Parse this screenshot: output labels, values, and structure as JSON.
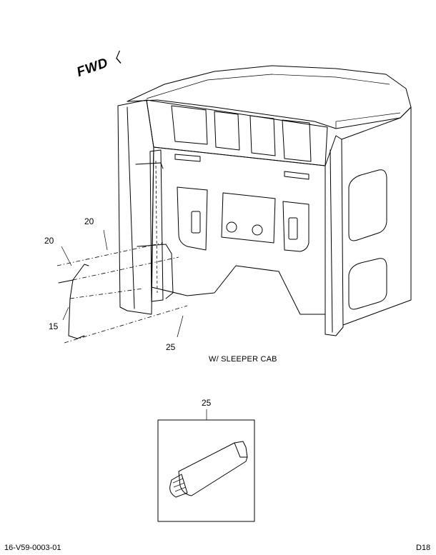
{
  "direction_indicator": {
    "label": "FWD"
  },
  "callouts": {
    "c20_upper": "20",
    "c20_lower": "20",
    "c15": "15",
    "c25_main": "25",
    "c25_detail": "25"
  },
  "view_caption": "W/ SLEEPER CAB",
  "footer": {
    "drawing_number": "16-V59-0003-01",
    "sheet": "D18"
  }
}
